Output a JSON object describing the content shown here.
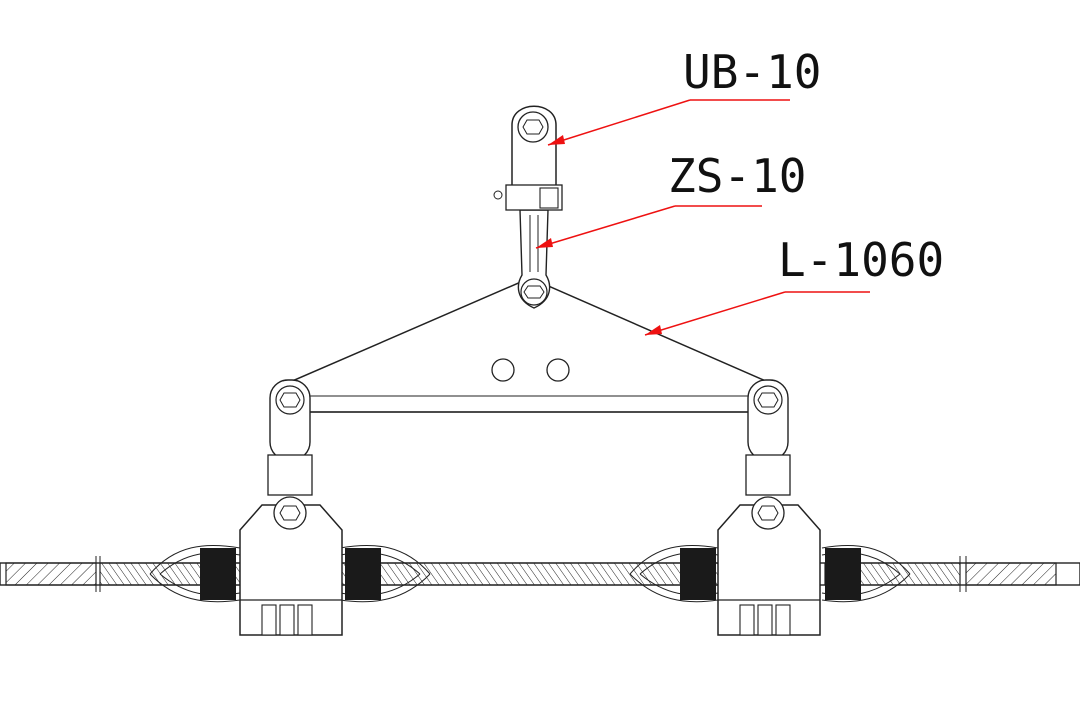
{
  "callouts": [
    {
      "id": "ub",
      "text": "UB-10"
    },
    {
      "id": "zs",
      "text": "ZS-10"
    },
    {
      "id": "l",
      "text": "L-1060"
    }
  ],
  "colors": {
    "callout_line": "#e11111",
    "drawing": "#222222",
    "background": "#ffffff"
  }
}
